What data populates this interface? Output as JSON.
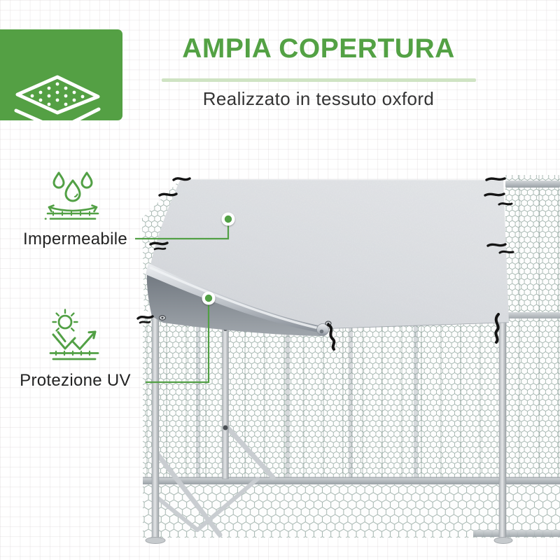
{
  "badge": {
    "icon": "fabric-layers-icon"
  },
  "header": {
    "title": "AMPIA COPERTURA",
    "subtitle": "Realizzato in tessuto oxford"
  },
  "features": [
    {
      "icon": "waterproof-droplets-icon",
      "label": "Impermeabile",
      "points_to": "tarp-top-surface"
    },
    {
      "icon": "uv-protection-icon",
      "label": "Protezione UV",
      "points_to": "tarp-underside"
    }
  ],
  "colors": {
    "brand_green": "#52a045",
    "divider_green": "#cfe3c3",
    "text_dark": "#343434",
    "tarp_gray": "#c6cad0",
    "tarp_underside_gray": "#8a9097",
    "mesh_wire_green": "#5a7a6e",
    "frame_gray": "#c6cacd"
  }
}
